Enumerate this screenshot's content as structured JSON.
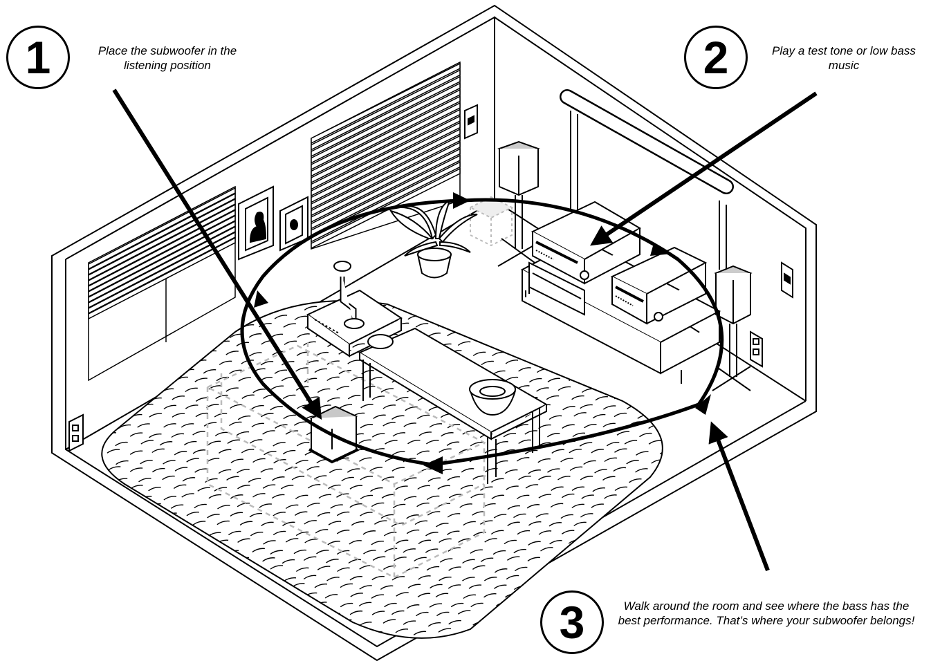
{
  "steps": [
    {
      "number": "1",
      "caption": "Place the subwoofer in the listening position"
    },
    {
      "number": "2",
      "caption": "Play a test tone or low bass music"
    },
    {
      "number": "3",
      "caption": "Walk around the room and see where the bass has the best performance. That’s where your subwoofer belongs!"
    }
  ],
  "colors": {
    "ink": "#000000",
    "ghost": "#bbbbbb",
    "speaker_top": "#c8c8c8",
    "background": "#ffffff"
  },
  "icons": [
    "subwoofer-icon",
    "speaker-icon",
    "receiver-icon",
    "projector-icon",
    "plant-icon",
    "bowl-icon",
    "outlet-icon",
    "light-switch-icon",
    "picture-frame-icon",
    "window-blinds-icon"
  ]
}
